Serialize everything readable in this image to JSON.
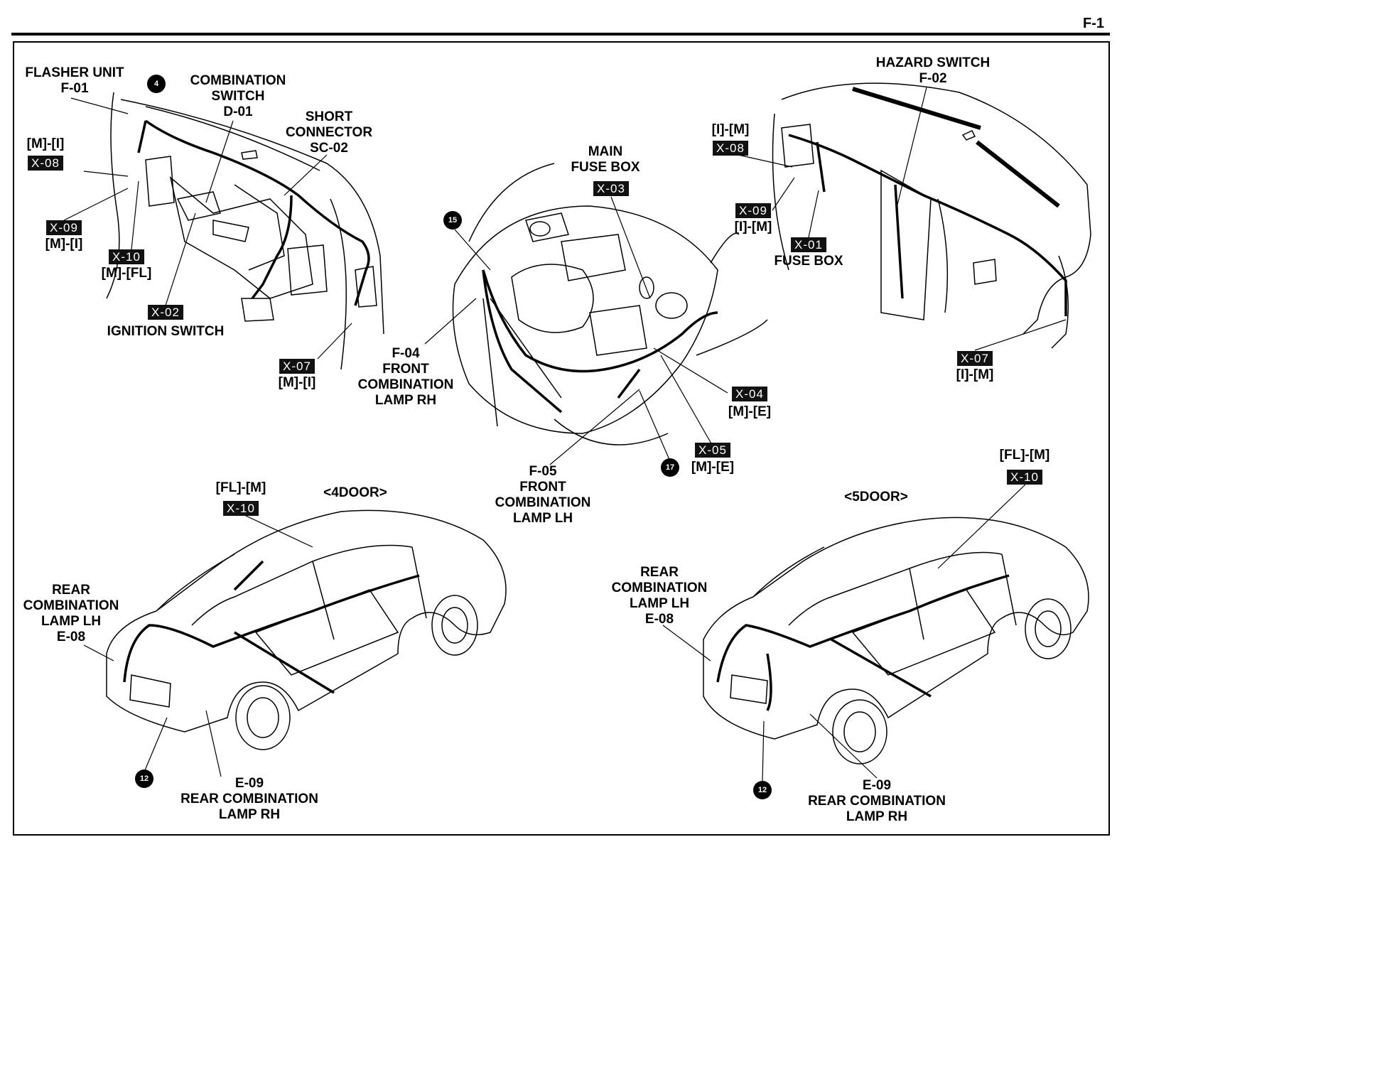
{
  "page_id": "F-1",
  "labels": {
    "flasher_unit": [
      "FLASHER UNIT",
      "F-01"
    ],
    "combination_switch": [
      "COMBINATION",
      "SWITCH",
      "D-01"
    ],
    "short_connector": [
      "SHORT",
      "CONNECTOR",
      "SC-02"
    ],
    "ignition_switch": "IGNITION SWITCH",
    "main_fuse_box": [
      "MAIN",
      "FUSE BOX"
    ],
    "hazard_switch": [
      "HAZARD SWITCH",
      "F-02"
    ],
    "fuse_box": "FUSE BOX",
    "front_lamp_rh": [
      "F-04",
      "FRONT",
      "COMBINATION",
      "LAMP RH"
    ],
    "front_lamp_lh": [
      "F-05",
      "FRONT",
      "COMBINATION",
      "LAMP LH"
    ],
    "rear_lamp_lh_4door": [
      "REAR",
      "COMBINATION",
      "LAMP LH",
      "E-08"
    ],
    "rear_lamp_rh_4door": [
      "E-09",
      "REAR COMBINATION",
      "LAMP RH"
    ],
    "rear_lamp_lh_5door": [
      "REAR",
      "COMBINATION",
      "LAMP LH",
      "E-08"
    ],
    "rear_lamp_rh_5door": [
      "E-09",
      "REAR COMBINATION",
      "LAMP RH"
    ],
    "four_door": "<4DOOR>",
    "five_door": "<5DOOR>"
  },
  "connectors": {
    "x08_left": {
      "id": "X-08",
      "code": "[M]-[I]"
    },
    "x09_left": {
      "id": "X-09",
      "code": "[M]-[I]"
    },
    "x10_left": {
      "id": "X-10",
      "code": "[M]-[FL]"
    },
    "x02": {
      "id": "X-02"
    },
    "x07_left": {
      "id": "X-07",
      "code": "[M]-[I]"
    },
    "x03": {
      "id": "X-03"
    },
    "x04": {
      "id": "X-04",
      "code": "[M]-[E]"
    },
    "x05": {
      "id": "X-05",
      "code": "[M]-[E]"
    },
    "x08_right": {
      "id": "X-08",
      "code": "[I]-[M]"
    },
    "x09_right": {
      "id": "X-09",
      "code": "[I]-[M]"
    },
    "x01": {
      "id": "X-01"
    },
    "x07_right": {
      "id": "X-07",
      "code": "[I]-[M]"
    },
    "x10_4door": {
      "id": "X-10",
      "code": "[FL]-[M]"
    },
    "x10_5door": {
      "id": "X-10",
      "code": "[FL]-[M]"
    }
  },
  "ground_points": {
    "g4": "4",
    "g15": "15",
    "g17": "17",
    "g12_4door": "12",
    "g12_5door": "12"
  }
}
